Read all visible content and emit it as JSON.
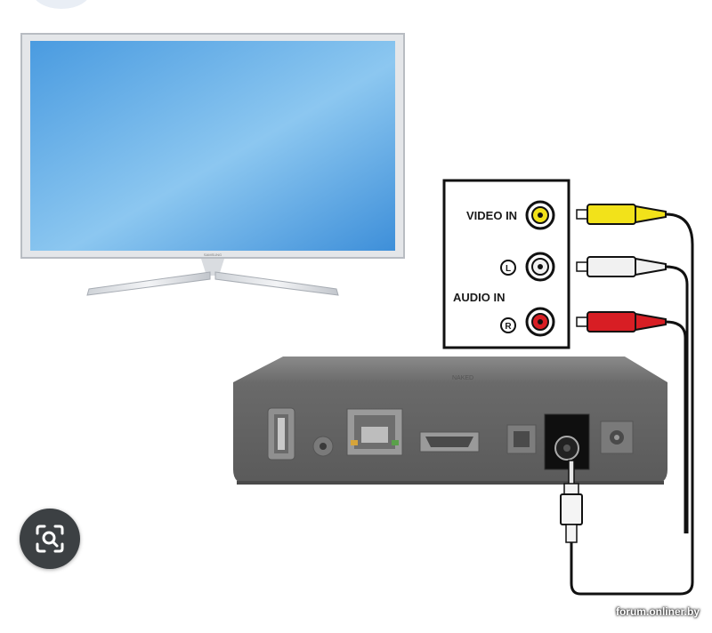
{
  "tv": {
    "brand": "SAMSUNG"
  },
  "panel": {
    "video_in": "VIDEO IN",
    "audio_in": "AUDIO IN",
    "left_mark": "L",
    "right_mark": "R"
  },
  "box": {
    "brand": "NAKED"
  },
  "connectors": {
    "colors": {
      "video": "#f2e21a",
      "audio_left": "#e8e8e8",
      "audio_right": "#d81e24"
    }
  },
  "search_button": {
    "icon": "lens-search-icon"
  },
  "watermark": "forum.onliner.by"
}
